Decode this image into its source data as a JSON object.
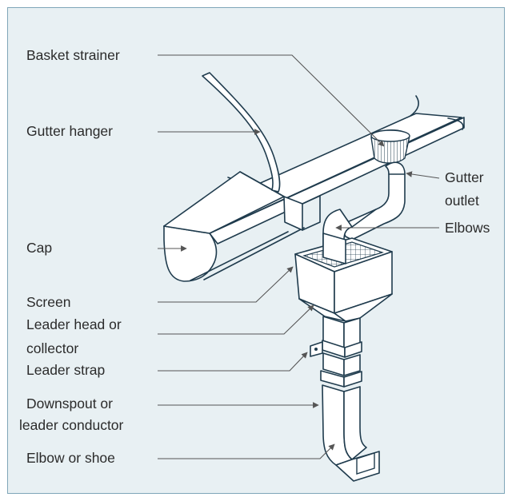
{
  "labels": {
    "basket_strainer": "Basket strainer",
    "gutter_hanger": "Gutter hanger",
    "gutter_outlet_line1": "Gutter",
    "gutter_outlet_line2": "outlet",
    "elbows": "Elbows",
    "cap": "Cap",
    "screen": "Screen",
    "leader_head_line1": "Leader head or",
    "leader_head_line2": "collector",
    "leader_strap": "Leader strap",
    "downspout_line1": "Downspout or",
    "downspout_line2": "leader conductor",
    "elbow_shoe": "Elbow or shoe"
  },
  "colors": {
    "background": "#e8f0f3",
    "border": "#7fa6b8",
    "line_art": "#1f3b4d",
    "leader_lines": "#555555",
    "text": "#2b2b2b"
  }
}
